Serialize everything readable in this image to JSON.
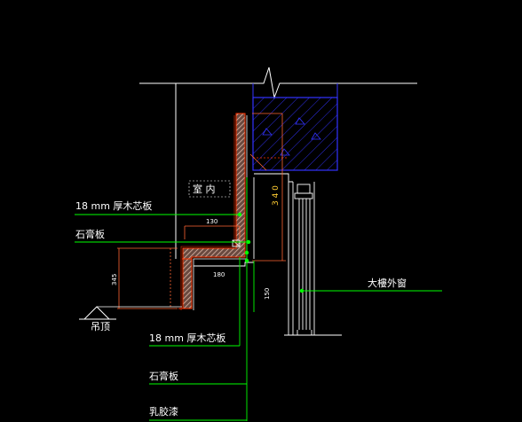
{
  "labels": {
    "board_18mm_top": "18 mm 厚木芯板",
    "gypsum_top": "石膏板",
    "room": "室 内",
    "suspended_ceiling": "吊顶",
    "window": "大樓外窗",
    "board_18mm_bottom": "18 mm 厚木芯板",
    "gypsum_bottom": "石膏板",
    "latex_paint": "乳胶漆"
  },
  "dimensions": {
    "d_340": "3 4 0",
    "d_130": "130",
    "d_180": "180",
    "d_150": "150",
    "d_345": "345"
  },
  "colors": {
    "background": "#000000",
    "line_white": "#ffffff",
    "leader_green": "#00ff00",
    "structure_blue": "#3333ff",
    "board_hatch": "#c8a090",
    "gypsum_red": "#ff3300",
    "dim_orange": "#ff6633",
    "dim_yellow": "#ffcc33"
  }
}
